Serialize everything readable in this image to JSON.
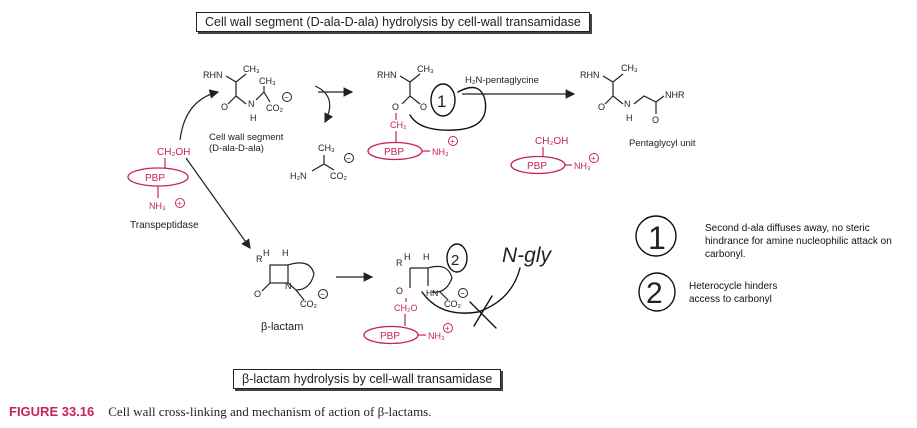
{
  "titles": {
    "top": "Cell wall segment (D-ala-D-ala) hydrolysis by cell-wall transamidase",
    "bottom": "β-lactam hydrolysis by cell-wall transamidase"
  },
  "labels": {
    "transpeptidase": "Transpeptidase",
    "segment1": "Cell wall segment",
    "segment2": "(D-ala-D-ala)",
    "pentaglycyl": "Pentaglycyl unit",
    "beta_lactam": "β-lactam",
    "reagent": "H₂N-pentaglycine",
    "pbp": "PBP",
    "ch2oh": "CH₂OH",
    "nh3": "NH₃",
    "rhn": "RHN",
    "ch3": "CH₃",
    "co2": "CO₂",
    "h2n": "H₂N",
    "nhr": "NHR",
    "n": "N",
    "h": "H",
    "o": "O",
    "r": "R",
    "hn": "HN",
    "ch2": "CH₂",
    "ch2o": "CH₂O",
    "charge_minus": "−",
    "charge_plus": "+"
  },
  "handwriting": {
    "circle_1": "1",
    "circle_2": "2",
    "n_gly": "N-gly"
  },
  "notes": {
    "note1": "Second d-ala diffuses away, no steric hindrance for amine nucleophilic attack on carbonyl.",
    "note2": "Heterocycle hinders access to carbonyl"
  },
  "caption": {
    "figure": "FIGURE 33.16",
    "text": "Cell wall cross-linking and mechanism of action of β-lactams."
  },
  "colors": {
    "accent": "#c4235c",
    "ink": "#222222"
  }
}
